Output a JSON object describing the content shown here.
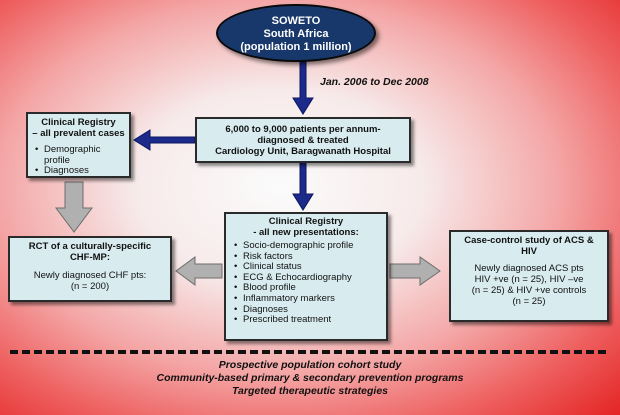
{
  "ellipse": {
    "line1": "SOWETO",
    "line2": "South Africa",
    "line3": "(population 1 million)"
  },
  "date_label": "Jan. 2006 to Dec 2008",
  "center_box": {
    "line1": "6,000 to 9,000 patients per annum-",
    "line2": "diagnosed & treated",
    "line3": "Cardiology Unit, Baragwanath Hospital"
  },
  "left_registry": {
    "title1": "Clinical Registry",
    "title2": "– all prevalent cases",
    "items": [
      "Demographic profile",
      "Diagnoses"
    ]
  },
  "main_registry": {
    "title1": "Clinical Registry",
    "title2": "- all new presentations:",
    "items": [
      "Socio-demographic profile",
      "Risk factors",
      "Clinical status",
      "ECG & Echocardiography",
      "Blood profile",
      "Inflammatory markers",
      "Diagnoses",
      "Prescribed treatment"
    ]
  },
  "rct_box": {
    "title1": "RCT of a culturally-specific",
    "title2": "CHF-MP:",
    "body1": "Newly diagnosed CHF pts:",
    "body2": "(n = 200)"
  },
  "case_box": {
    "title1": "Case-control study of ACS &",
    "title2": "HIV",
    "body1": "Newly diagnosed ACS pts",
    "body2": "HIV +ve (n = 25), HIV –ve",
    "body3": "(n = 25) & HIV +ve controls",
    "body4": "(n = 25)"
  },
  "footer": {
    "line1": "Prospective population cohort study",
    "line2": "Community-based primary & secondary prevention programs",
    "line3": "Targeted therapeutic strategies"
  },
  "colors": {
    "dark_arrow": "#1c2a8a",
    "grey_arrow": "#b0b0b0",
    "ellipse_fill": "#18386b",
    "box_fill": "#d8ecf0"
  }
}
